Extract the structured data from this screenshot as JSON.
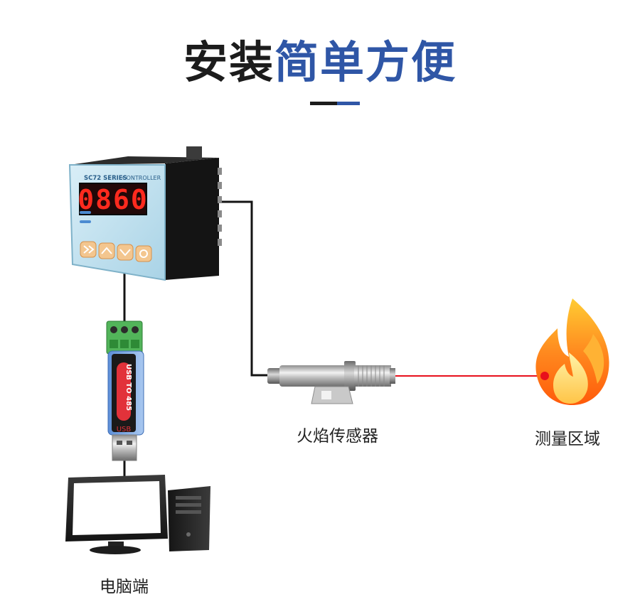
{
  "title": {
    "part1": "安装",
    "part2": "简单方便"
  },
  "controller": {
    "brand": "SC72 SERIES",
    "model": "CONTROLLER",
    "display_value": "0860"
  },
  "usb_adapter": {
    "label": "USB TO 485",
    "port_label": "USB"
  },
  "labels": {
    "sensor": "火焰传感器",
    "measure_area": "测量区域",
    "computer": "电脑端"
  },
  "colors": {
    "title_dark": "#1c1c1c",
    "title_blue": "#2f56a6",
    "laser": "#e8101c",
    "display_digits": "#ff2a1e"
  }
}
